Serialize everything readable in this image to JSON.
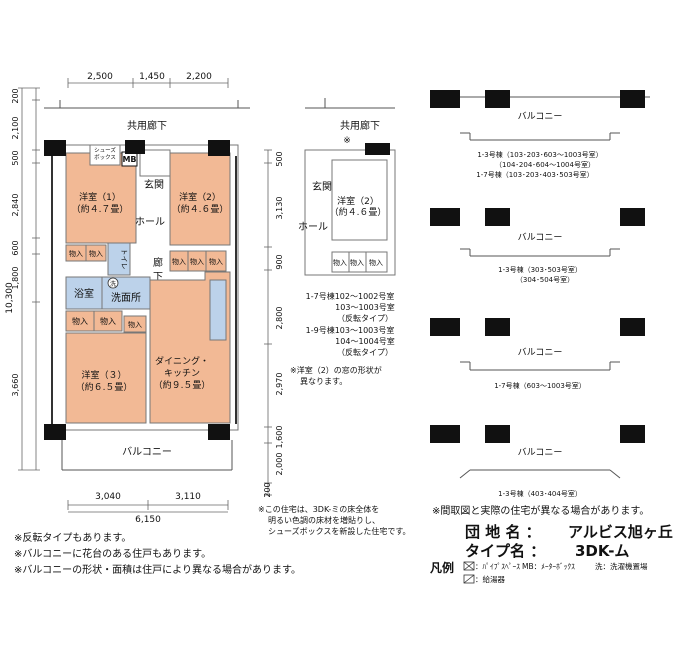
{
  "dimensions": {
    "top": [
      "2,500",
      "1,450",
      "2,200"
    ],
    "left": [
      "200",
      "2,100",
      "500",
      "2,840",
      "600",
      "1,800",
      "3,660"
    ],
    "left_total": "10,300",
    "right_main": [
      "500",
      "3,130",
      "900",
      "2,800",
      "2,970",
      "1,600",
      "2,000",
      "200"
    ],
    "bottom": [
      "3,040",
      "3,110"
    ],
    "bottom_total": "6,150"
  },
  "main_plan": {
    "corridor": "共用廊下",
    "shoe_box_line1": "シューズ",
    "shoe_box_line2": "ボックス",
    "mb": "MB",
    "entrance": "玄関",
    "hall": "ホール",
    "corridor_inner": "廊\n下",
    "room1_name": "洋室（1）",
    "room1_size": "（約４.７畳）",
    "room2_name": "洋室（2）",
    "room2_size": "（約４.６畳）",
    "room3_name": "洋室（３）",
    "room3_size": "（約６.５畳）",
    "dk_name1": "ダイニング・",
    "dk_name2": "キッチン",
    "dk_size": "（約９.５畳）",
    "storage": "物入",
    "bath": "浴室",
    "washroom": "洗面所",
    "washer": "洗",
    "toilet": "トイレ",
    "balcony": "バルコニー"
  },
  "alt_plan": {
    "corridor": "共用廊下",
    "mark": "※",
    "entrance": "玄関",
    "hall": "ホール",
    "room_name": "洋室（2）",
    "room_size": "（約４.６畳）",
    "storage": "物入",
    "caption": [
      "1-7号棟102～1002号室",
      "103～1003号室",
      "（反転タイプ）",
      "1-9号棟103～1003号室",
      "104～1004号室",
      "（反転タイプ）"
    ],
    "note1": "※洋室（2）の窓の形状が",
    "note2": "異なります。"
  },
  "balcony_variants": [
    {
      "label": "バルコニー",
      "caption": [
        "1-3号棟（103･203･603～1003号室）",
        "（104･204･604～1004号室）",
        "1-7号棟（103･203･403･503号室）"
      ]
    },
    {
      "label": "バルコニー",
      "caption": [
        "1-3号棟（303･503号室）",
        "（304･504号室）"
      ]
    },
    {
      "label": "バルコニー",
      "caption": [
        "1-7号棟（603～1003号室）"
      ]
    },
    {
      "label": "バルコニー",
      "caption": [
        "1-3号棟（403･404号室）"
      ]
    }
  ],
  "center_note": [
    "※この住宅は、3DK-ミの床全体を",
    "明るい色調の床材を増貼りし、",
    "シューズボックスを新設した住宅です。"
  ],
  "left_notes": [
    "※反転タイプもあります。",
    "※バルコニーに花台のある住戸もあります。",
    "※バルコニーの形状・面積は住戸により異なる場合があります。"
  ],
  "right_notes": {
    "disclaimer": "※間取図と実際の住宅が異なる場合があります。",
    "danchi_label": "団 地 名 ：",
    "danchi_value": "アルビス旭ヶ丘",
    "type_label": "タイプ名 ：",
    "type_value": "3DK-ム",
    "legend_title": "凡例",
    "legend_ps": "：ﾊﾟｲﾌﾟｽﾍﾟｰｽ",
    "legend_mb": "MB：ﾒｰﾀｰﾎﾞｯｸｽ",
    "legend_washer": "洗：洗濯機置場",
    "legend_heater": "：給湯器"
  }
}
